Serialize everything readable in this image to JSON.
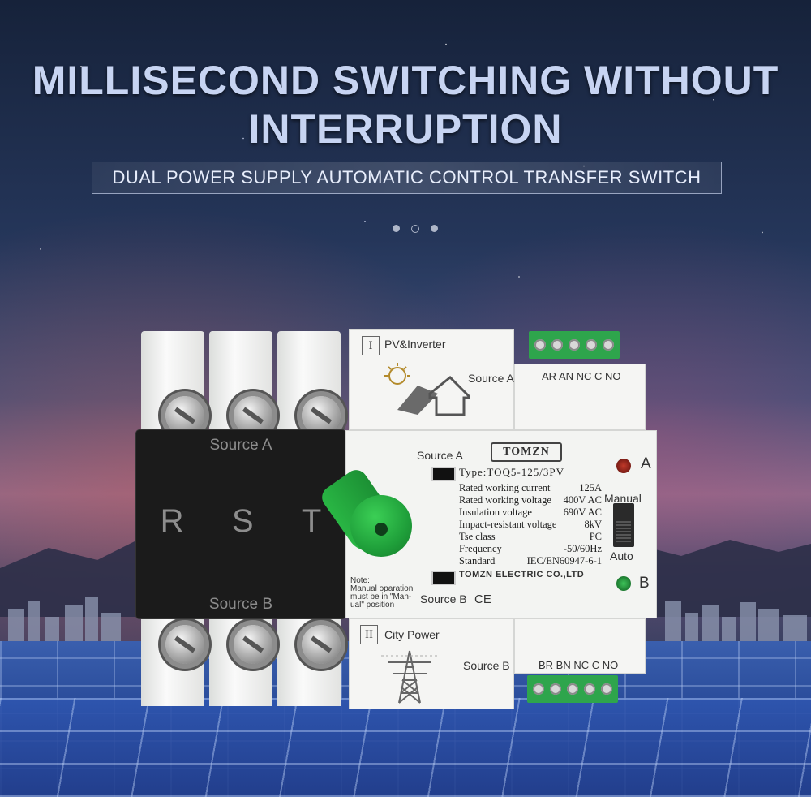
{
  "headline": {
    "line1": "MILLISECOND SWITCHING WITHOUT",
    "line2": "INTERRUPTION",
    "subtitle": "DUAL POWER SUPPLY AUTOMATIC CONTROL TRANSFER SWITCH"
  },
  "carousel": {
    "dot_count": 3,
    "active_index": 1
  },
  "device": {
    "brand": "TOMZN",
    "cover": {
      "top_label": "Source A",
      "bottom_label": "Source B",
      "phases": [
        "R",
        "S",
        "T"
      ]
    },
    "input_1": {
      "roman": "I",
      "label": "PV&Inverter",
      "source": "Source A",
      "terminals": "AR AN NC C NO"
    },
    "input_2": {
      "roman": "II",
      "label": "City Power",
      "source": "Source B",
      "terminals": "BR BN NC C NO"
    },
    "panel": {
      "source_a": "Source A",
      "source_b": "Source B",
      "led_a": "A",
      "led_b": "B",
      "manual": "Manual",
      "auto": "Auto",
      "type": "Type:TOQ5-125/3PV",
      "specs": [
        {
          "name": "Rated working current",
          "value": "125A"
        },
        {
          "name": "Rated working voltage",
          "value": "400V AC"
        },
        {
          "name": "Insulation voltage",
          "value": "690V AC"
        },
        {
          "name": "Impact-resistant voltage",
          "value": "8kV"
        },
        {
          "name": "Tse class",
          "value": "PC"
        },
        {
          "name": "Frequency",
          "value": "-50/60Hz"
        },
        {
          "name": "Standard",
          "value": "IEC/EN60947-6-1"
        }
      ],
      "company": "TOMZN ELECTRIC CO.,LTD",
      "ce": "CE",
      "note": [
        "Note:",
        "Manual oparation",
        "must be in \"Man-",
        "ual\" position"
      ]
    },
    "colors": {
      "handle": "#23a53d",
      "led_a": "#8a1a14",
      "led_b": "#1e8a2f",
      "cover": "#1b1b1b",
      "terminal": "#2ea54c"
    }
  }
}
